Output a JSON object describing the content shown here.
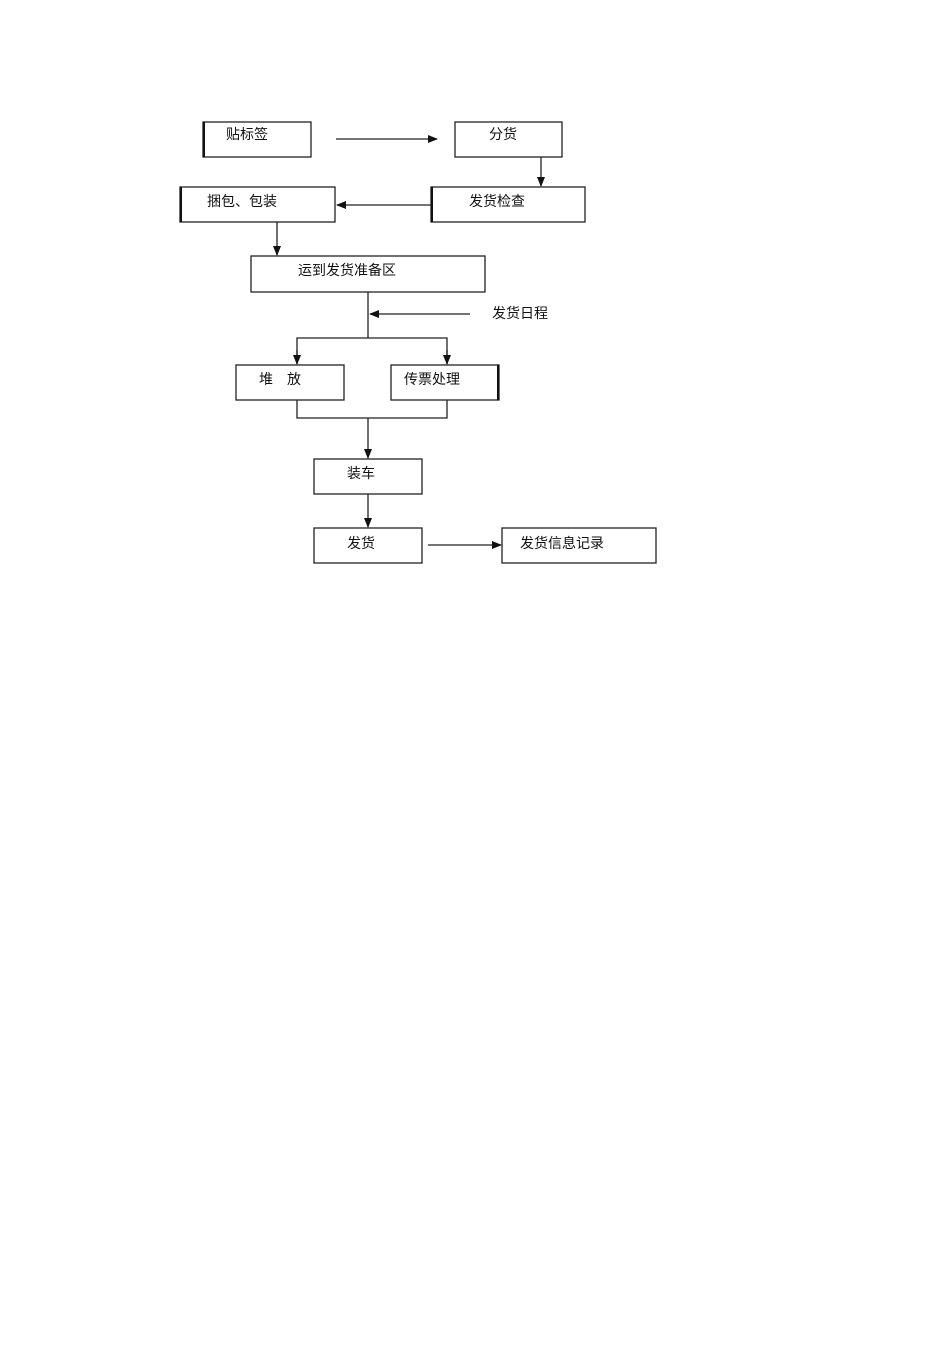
{
  "diagram": {
    "nodes": {
      "label": "贴标签",
      "sort": "分货",
      "check": "发货检查",
      "pack": "捆包、包装",
      "move": "运到发货准备区",
      "stack": "堆　放",
      "invoice": "传票处理",
      "load": "装车",
      "ship": "发货",
      "record": "发货信息记录"
    },
    "annotations": {
      "schedule": "发货日程"
    }
  }
}
